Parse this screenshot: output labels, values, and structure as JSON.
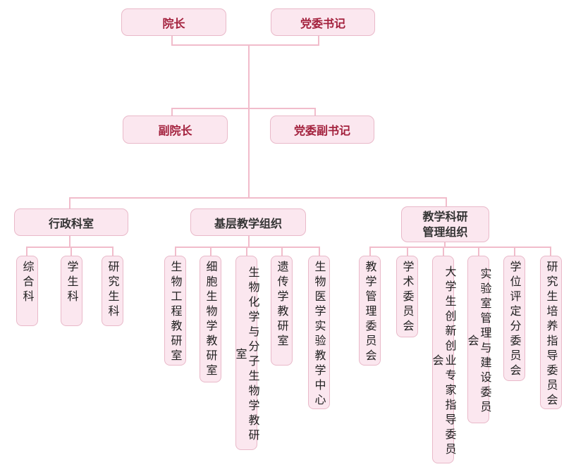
{
  "leadership": {
    "dean": "院长",
    "party_secretary": "党委书记"
  },
  "deputies": {
    "vice_dean": "副院长",
    "deputy_party_secretary": "党委副书记"
  },
  "departments": [
    {
      "label": "行政科室",
      "children": [
        "综合科",
        "学生科",
        "研究生科"
      ]
    },
    {
      "label": "基层教学组织",
      "children": [
        "生物工程教研室",
        "细胞生物学教研室",
        "生物化学与分子生物学教研室",
        "遗传学教研室",
        "生物医学实验教学中心"
      ]
    },
    {
      "label_line1": "教学科研",
      "label_line2": "管理组织",
      "children": [
        "教学管理委员会",
        "学术委员会",
        "大学生创新创业专家指导委员会",
        "实验室管理与建设委员会",
        "学位评定分委员会",
        "研究生培养指导委员会"
      ]
    }
  ]
}
